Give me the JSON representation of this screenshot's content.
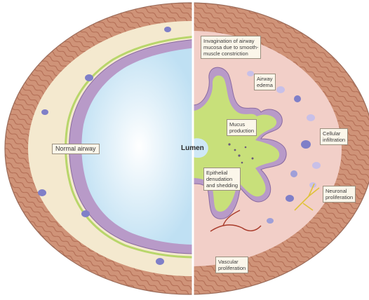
{
  "diagram": {
    "center_label": "Lumen",
    "left_label": "Normal airway",
    "right_labels": {
      "invagination": "Invagination of airway\nmucosa due to smooth-\nmuscle constriction",
      "edema": "Airway\nedema",
      "mucus": "Mucus\nproduction",
      "cellular": "Cellular\ninfiltration",
      "epithelial": "Epithelial\ndenudation\nand shedding",
      "neuronal": "Neuronal\nproliferation",
      "vascular": "Vascular\nproliferation"
    },
    "colors": {
      "muscle": "#c98a72",
      "submucosa_normal": "#f4e9cf",
      "submucosa_asthma": "#f2cfc8",
      "epithelium": "#b89ac8",
      "basement": "#b8d66a",
      "lumen": "#cfe8f6",
      "mucus": "#c8e07a",
      "cell": "#7f7fc8",
      "nerve": "#e0c23a",
      "vessel": "#a83a2a"
    }
  }
}
